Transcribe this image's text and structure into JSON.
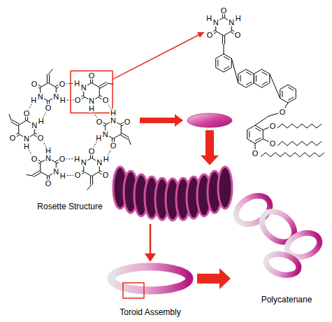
{
  "diagram": {
    "labels": [
      "O",
      "H",
      "N",
      "N",
      "H",
      "O",
      "O",
      "O",
      "O",
      "O",
      "O",
      "N",
      "H",
      "N",
      "H",
      "O",
      "O",
      "O",
      "N",
      "H",
      "N",
      "H",
      "O",
      "O",
      "O",
      "N",
      "H",
      "N",
      "H",
      "O",
      "O",
      "O",
      "N",
      "H",
      "N",
      "H",
      "O",
      "O",
      "O",
      "N",
      "H",
      "N",
      "H",
      "O",
      "O",
      "O",
      "N",
      "H",
      "N",
      "H",
      "O",
      "O",
      "O",
      "Rosette Structure",
      "Toroid Assembly",
      "Polycatenane"
    ]
  }
}
